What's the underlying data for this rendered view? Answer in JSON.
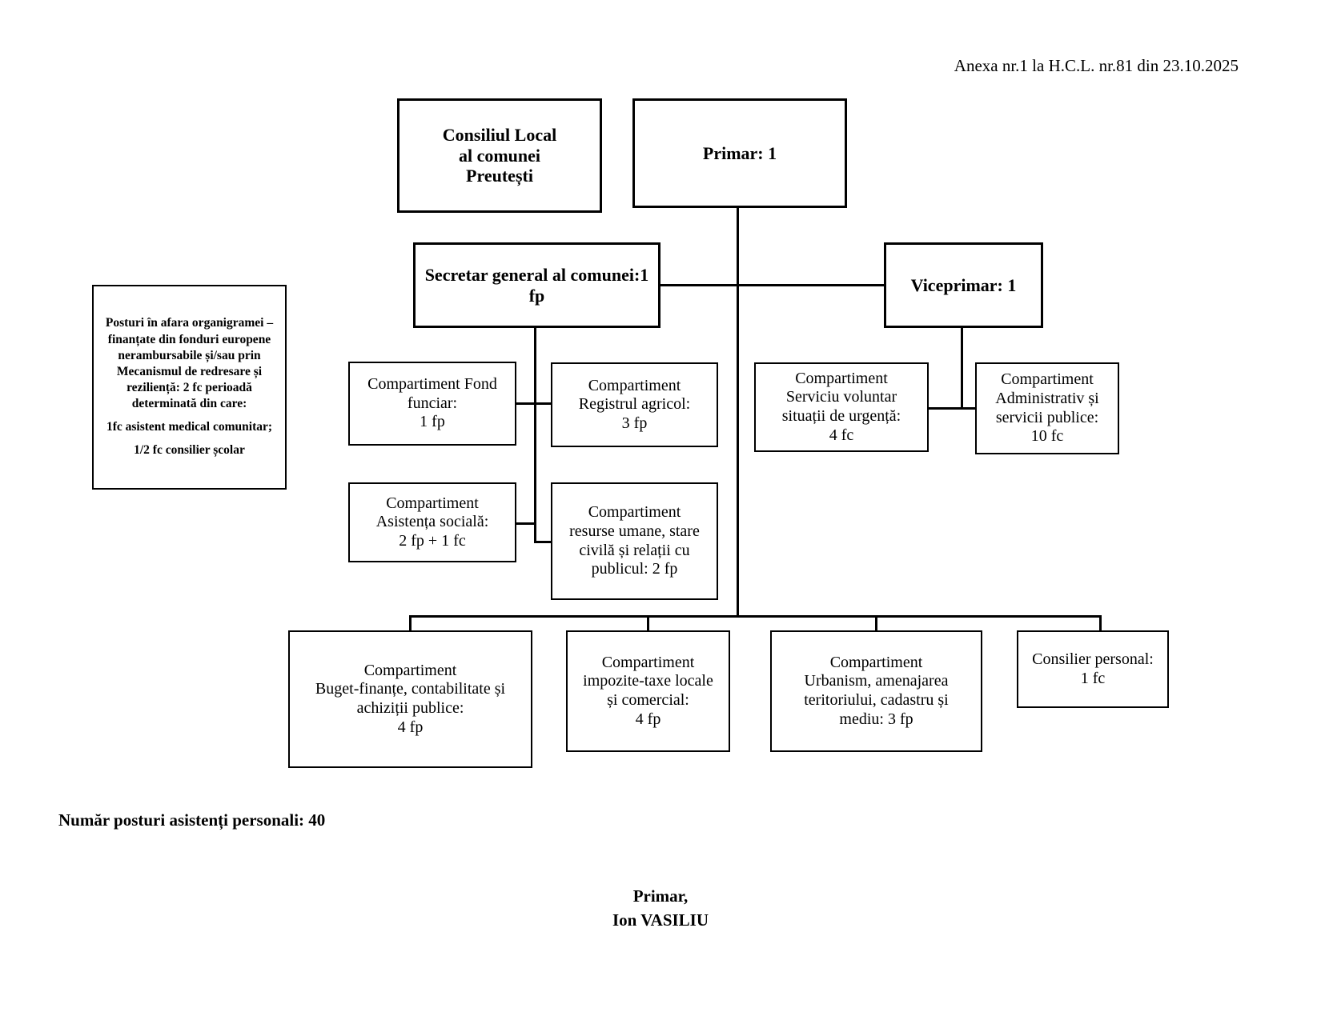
{
  "annotation": {
    "anexa": "Anexa nr.1 la H.C.L. nr.81 din 23.10.2025"
  },
  "nodes": {
    "consiliul": {
      "line1": "Consiliul Local",
      "line2": "al comunei",
      "line3": "Preutești"
    },
    "primar": {
      "title": "Primar: 1"
    },
    "secretar": {
      "title": "Secretar general al comunei:1 fp"
    },
    "viceprimar": {
      "title": "Viceprimar: 1"
    },
    "fond_funciar": {
      "name": "Compartiment Fond funciar:",
      "count": "1 fp"
    },
    "registrul_agricol": {
      "line1": "Compartiment",
      "line2": "Registrul agricol:",
      "count": "3 fp"
    },
    "serviciu_voluntar": {
      "line1": "Compartiment",
      "line2": "Serviciu voluntar situații de urgență:",
      "count": "4 fc"
    },
    "administrativ": {
      "name": "Compartiment Administrativ și servicii publice:",
      "count": "10 fc"
    },
    "asistenta_sociala": {
      "name": "Compartiment Asistența socială:",
      "count": "2 fp + 1 fc"
    },
    "resurse_umane": {
      "line1": "Compartiment",
      "line2": "resurse umane, stare civilă și relații cu publicul: 2 fp"
    },
    "buget_finante": {
      "line1": "Compartiment",
      "line2": "Buget-finanțe, contabilitate și achiziții publice:",
      "count": "4 fp"
    },
    "impozite_taxe": {
      "line1": "Compartiment",
      "line2": "impozite-taxe locale și comercial:",
      "count": "4 fp"
    },
    "urbanism": {
      "line1": "Compartiment",
      "line2": "Urbanism, amenajarea teritoriului, cadastru și mediu: 3 fp"
    },
    "consilier_personal": {
      "line1": "Consilier personal:",
      "line2": "1 fc"
    }
  },
  "side_note": {
    "p1": "Posturi în afara organigramei – finanțate din fonduri europene nerambursabile și/sau prin Mecanismul de redresare și reziliență: 2 fc perioadă determinată din care:",
    "p2": "1fc asistent medical comunitar;",
    "p3": "1/2 fc consilier școlar"
  },
  "footer": {
    "asistenti": "Număr posturi asistenți personali: 40",
    "signature_role": "Primar,",
    "signature_name": "Ion VASILIU"
  }
}
